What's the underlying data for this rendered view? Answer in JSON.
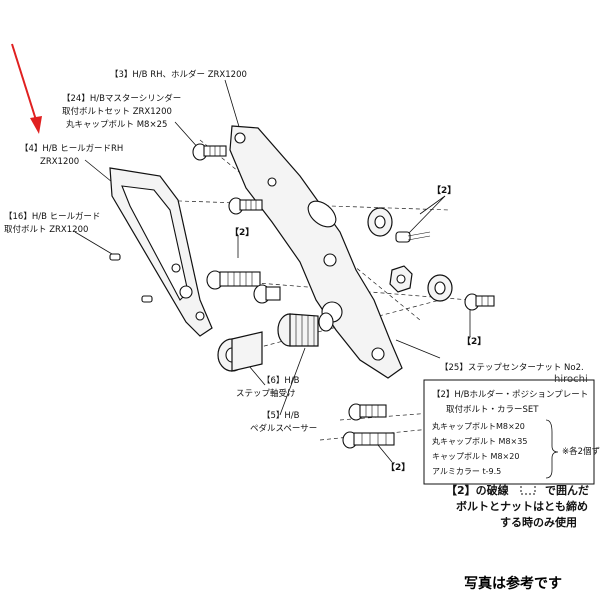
{
  "labels": {
    "holder_rh": "【3】H/B RH、ホルダー ZRX1200",
    "master_cyl_1": "【24】H/Bマスターシリンダー",
    "master_cyl_2": "取付ボルトセット ZRX1200",
    "master_cyl_3": "丸キャップボルト M8×25",
    "heel_guard_rh_1": "【4】H/B ヒールガードRH",
    "heel_guard_rh_2": "ZRX1200",
    "heel_guard_bolt_1": "【16】H/B ヒールガード",
    "heel_guard_bolt_2": "取付ボルト ZRX1200",
    "ref2_a": "【2】",
    "ref2_b": "【2】",
    "ref2_c": "【2】",
    "ref2_d": "【2】",
    "center_nut": "【25】ステップセンターナット No2.",
    "step_bearing_1": "【6】H/B",
    "step_bearing_2": "ステップ軸受け",
    "pedal_spacer_1": "【5】H/B",
    "pedal_spacer_2": "ペダルスペーサー",
    "watermark": "hirochi",
    "footnote_1": "【2】の破線",
    "footnote_1b": "で囲んだ",
    "footnote_2": "ボルトとナットはとも締め",
    "footnote_3": "する時のみ使用",
    "reference_note": "写真は参考です"
  },
  "set_box": {
    "title_1": "【2】H/Bホルダー・ポジションプレート",
    "title_2": "取付ボルト・カラーSET",
    "items": [
      "丸キャップボルトM8×20",
      "丸キャップボルト M8×35",
      "キャップボルト M8×20",
      "アルミカラー t-9.5"
    ],
    "qty_note": "※各2個ずつ"
  },
  "colors": {
    "arrow": "#e02020",
    "ink": "#111111"
  }
}
